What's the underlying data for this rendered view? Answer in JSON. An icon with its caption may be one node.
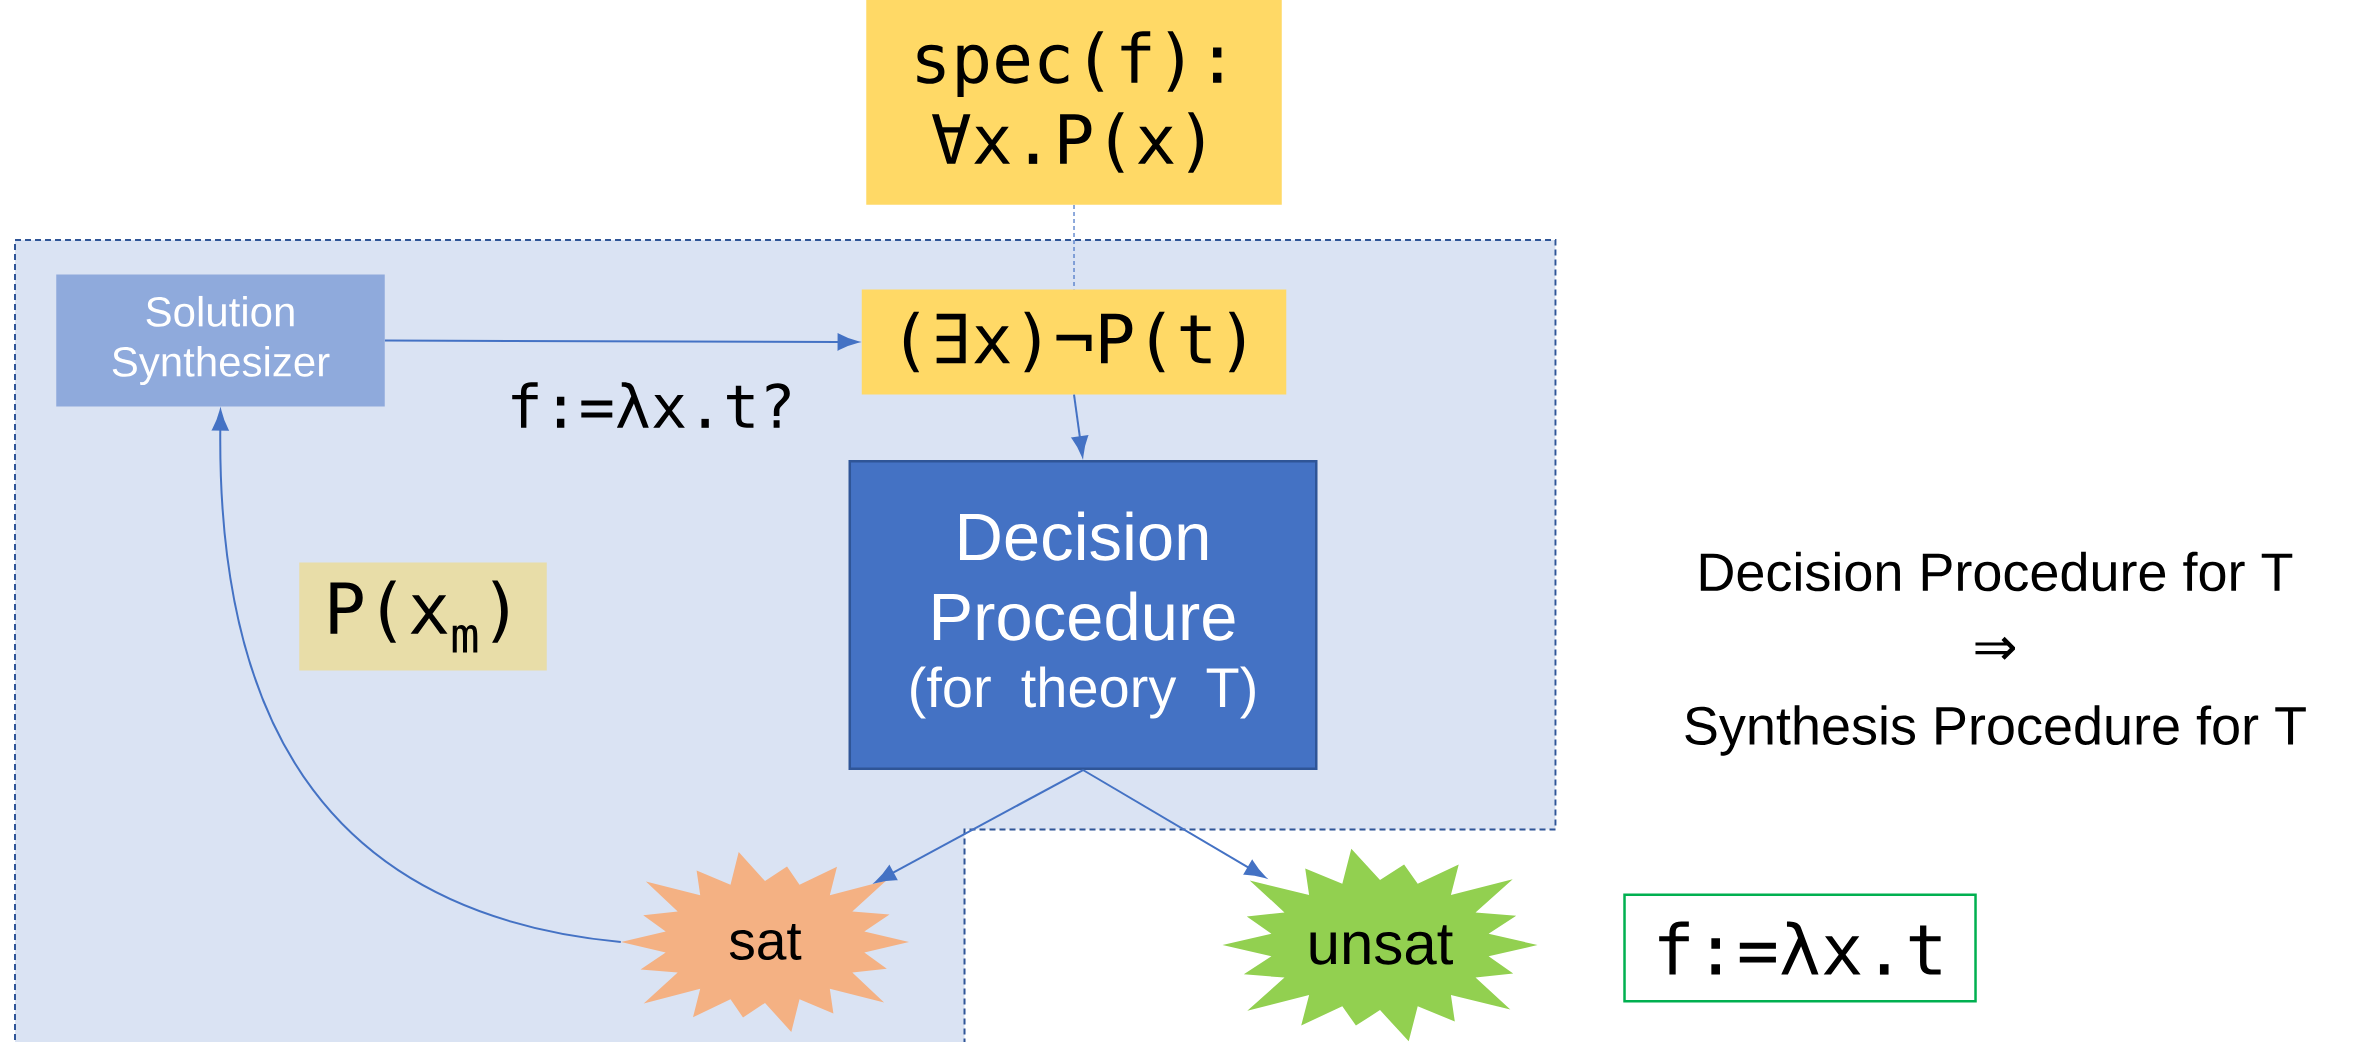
{
  "diagram": {
    "nodes": [
      {
        "text": [
          "spec(f): ∀x.P(x)"
        ]
      },
      {
        "text": [
          "Solution Synthesizer"
        ]
      },
      {
        "text": [
          "(∃x)¬P(t)"
        ]
      },
      {
        "text": [
          "Decision Procedure",
          "(for theory T)"
        ]
      },
      {
        "text": [
          "P(x$_{m}$)"
        ]
      },
      {
        "text": [
          "sat"
        ]
      },
      {
        "text": [
          "unsat"
        ]
      },
      {
        "text": [
          "f:=λx.t"
        ]
      }
    ],
    "edges": [
      {
        "from": 0,
        "to": 2,
        "arrow": "none",
        "style": "dashed"
      },
      {
        "from": 1,
        "to": 2,
        "arrow": "to",
        "label": "f:=λx.t?"
      },
      {
        "from": 2,
        "to": 3,
        "arrow": "to"
      },
      {
        "from": 3,
        "to": 5,
        "arrow": "to"
      },
      {
        "from": 3,
        "to": 6,
        "arrow": "to"
      },
      {
        "from": 5,
        "to": 1,
        "arrow": "to"
      }
    ],
    "labels": [
      "Decision Procedure for T",
      "⇒",
      "Synthesis Procedure for T"
    ]
  }
}
